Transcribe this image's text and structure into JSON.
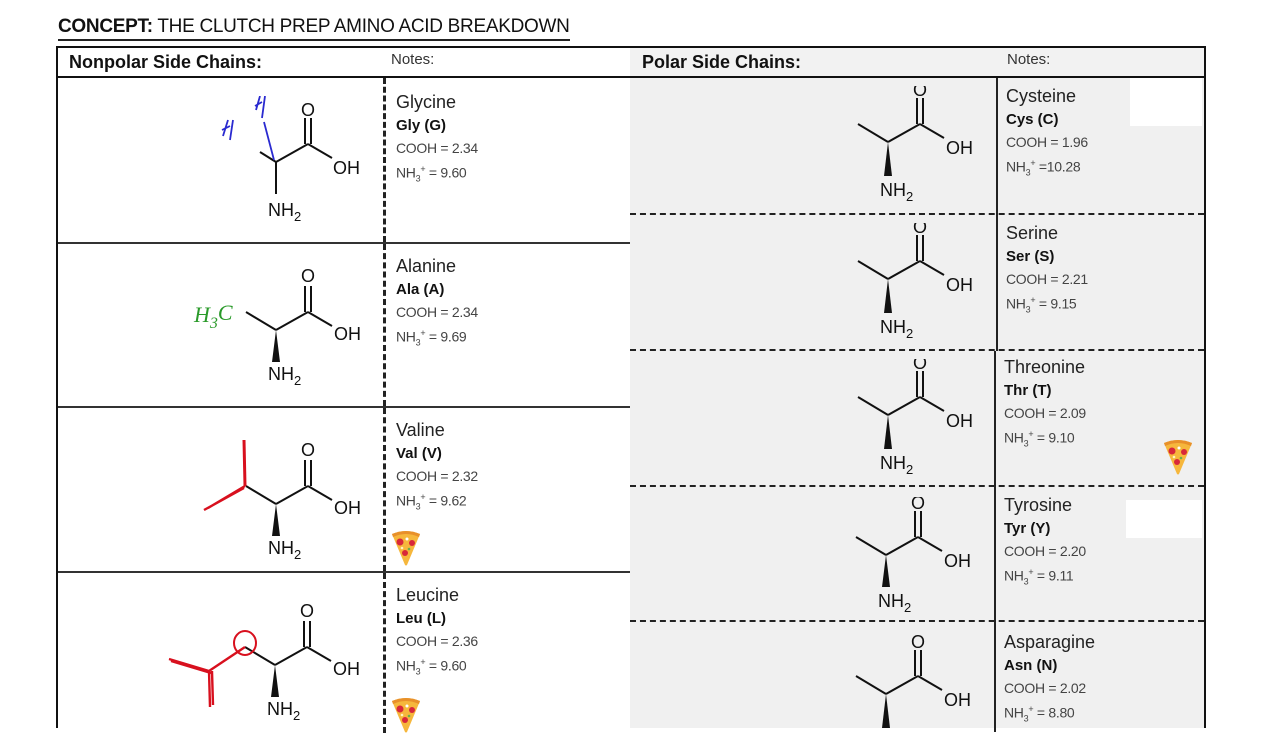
{
  "concept": {
    "label": "CONCEPT:",
    "title": "THE CLUTCH PREP AMINO ACID BREAKDOWN"
  },
  "nonpolar": {
    "header": "Nonpolar Side Chains:",
    "notes_label": "Notes:",
    "amino_acids": [
      {
        "name": "Glycine",
        "abbr": "Gly (G)",
        "cooh_label": "COOH = ",
        "cooh": "2.34",
        "nh3_label": "NH3+ = ",
        "nh3": "9.60",
        "annotation": "H H (blue)",
        "favorite_icon": "none"
      },
      {
        "name": "Alanine",
        "abbr": "Ala (A)",
        "cooh_label": "COOH = ",
        "cooh": "2.34",
        "nh3_label": "NH3+ = ",
        "nh3": "9.69",
        "annotation": "H3C (green)",
        "favorite_icon": "none"
      },
      {
        "name": "Valine",
        "abbr": "Val (V)",
        "cooh_label": "COOH = ",
        "cooh": "2.32",
        "nh3_label": "NH3+ = ",
        "nh3": "9.62",
        "annotation": "isopropyl (red)",
        "favorite_icon": "pizza-icon"
      },
      {
        "name": "Leucine",
        "abbr": "Leu (L)",
        "cooh_label": "COOH = ",
        "cooh": "2.36",
        "nh3_label": "NH3+ = ",
        "nh3": "9.60",
        "annotation": "isobutyl (red)",
        "favorite_icon": "pizza-icon"
      }
    ]
  },
  "polar": {
    "header": "Polar Side Chains:",
    "notes_label": "Notes:",
    "amino_acids": [
      {
        "name": "Cysteine",
        "abbr": "Cys (C)",
        "cooh_label": "COOH = ",
        "cooh": "1.96",
        "nh3_label": "NH3+ =",
        "nh3": "10.28",
        "favorite_icon": "none"
      },
      {
        "name": "Serine",
        "abbr": "Ser (S)",
        "cooh_label": "COOH = ",
        "cooh": "2.21",
        "nh3_label": "NH3+ = ",
        "nh3": "9.15",
        "favorite_icon": "none"
      },
      {
        "name": "Threonine",
        "abbr": "Thr (T)",
        "cooh_label": "COOH = ",
        "cooh": "2.09",
        "nh3_label": "NH3+ = ",
        "nh3": "9.10",
        "favorite_icon": "pizza-icon"
      },
      {
        "name": "Tyrosine",
        "abbr": "Tyr (Y)",
        "cooh_label": "COOH = ",
        "cooh": "2.20",
        "nh3_label": "NH3+ = ",
        "nh3": "9.11",
        "favorite_icon": "none"
      },
      {
        "name": "Asparagine",
        "abbr": "Asn (N)",
        "cooh_label": "COOH = ",
        "cooh": "2.02",
        "nh3_label": "NH3+ = ",
        "nh3": "8.80",
        "favorite_icon": "none"
      }
    ]
  },
  "structure_labels": {
    "o": "O",
    "oh": "OH",
    "nh": "NH",
    "sub2": "2"
  },
  "colors": {
    "blue_ink": "#2a2ad0",
    "green_ink": "#2a9a2a",
    "red_ink": "#d8101e",
    "polar_bg": "#f0f0f0"
  }
}
